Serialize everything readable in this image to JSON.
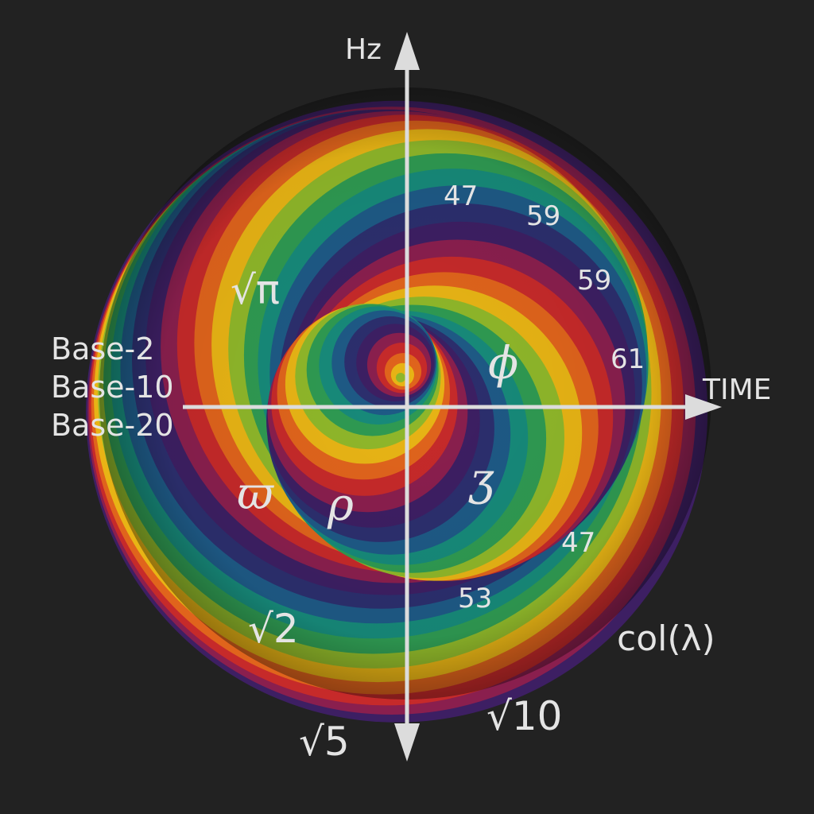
{
  "axes": {
    "vertical_label": "Hz",
    "horizontal_label": "TIME"
  },
  "bases": [
    "Base-2",
    "Base-10",
    "Base-20"
  ],
  "numbers": [
    "47",
    "59",
    "59",
    "61",
    "47",
    "53"
  ],
  "symbols": {
    "sqrt_pi": "√π",
    "phi": "ϕ",
    "pi_variant": "ϖ",
    "rho": "ρ",
    "three_glyph": "ʒ",
    "sqrt2": "√2",
    "sqrt5": "√5",
    "sqrt10": "√10",
    "col_lambda": "col(λ)"
  },
  "palette": [
    "#3d1f63",
    "#8a1f4e",
    "#c62a2a",
    "#e0641c",
    "#e8b415",
    "#8fb72a",
    "#2f9a52",
    "#178a7a",
    "#1e5a86",
    "#2c2f6e"
  ]
}
